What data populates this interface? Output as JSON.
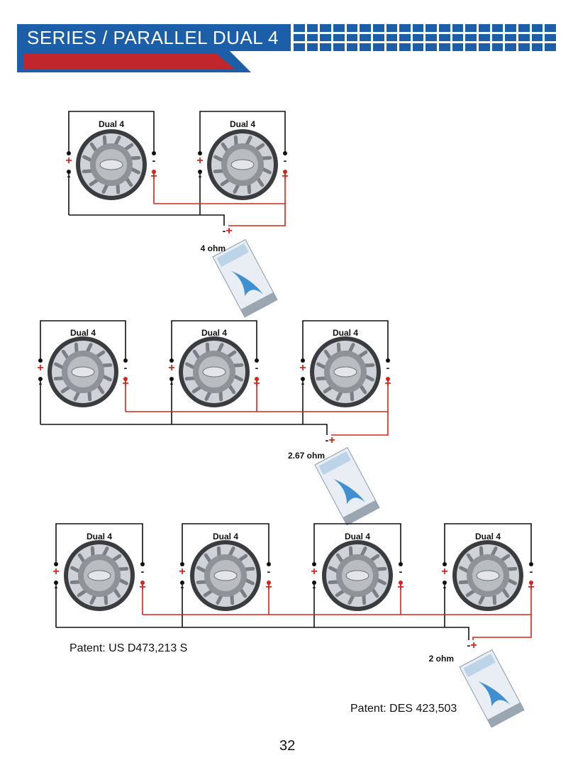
{
  "header": {
    "title": "SERIES / PARALLEL  DUAL 4",
    "accent_color": "#1d5ea8",
    "stripe_color": "#c0272d"
  },
  "colors": {
    "negative_wire": "#111111",
    "positive_wire": "#d0261e"
  },
  "polarity": {
    "positive": "+",
    "negative": "-"
  },
  "diagrams": [
    {
      "speakers": [
        "Dual 4",
        "Dual 4"
      ],
      "amp_label": "4 ohm"
    },
    {
      "speakers": [
        "Dual 4",
        "Dual 4",
        "Dual 4"
      ],
      "amp_label": "2.67 ohm"
    },
    {
      "speakers": [
        "Dual 4",
        "Dual 4",
        "Dual 4",
        "Dual 4"
      ],
      "amp_label": "2 ohm"
    }
  ],
  "patents": {
    "left": "Patent: US D473,213 S",
    "right": "Patent: DES 423,503"
  },
  "page_number": "32"
}
